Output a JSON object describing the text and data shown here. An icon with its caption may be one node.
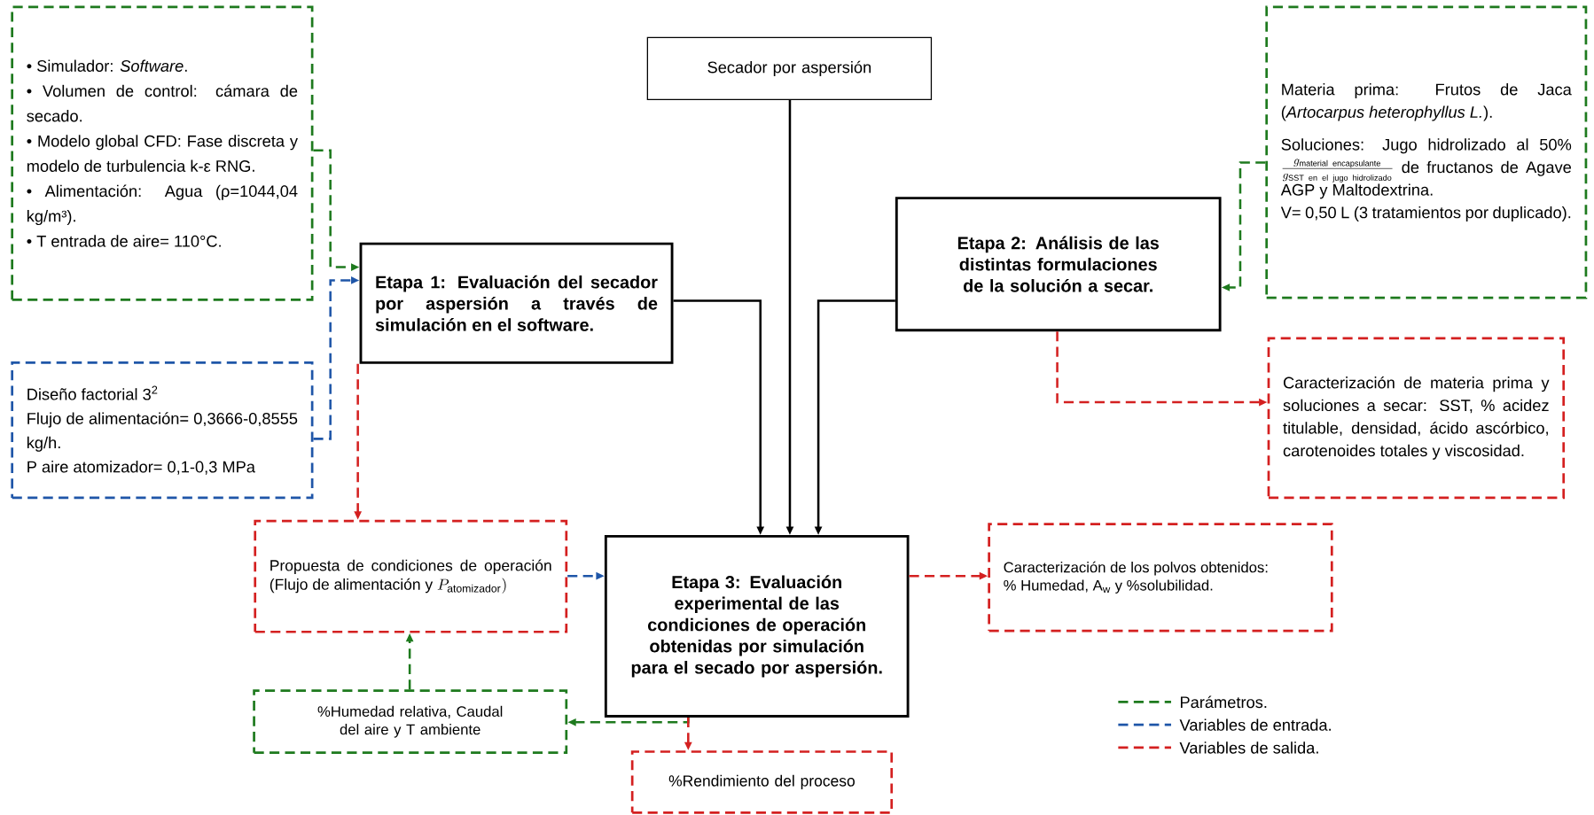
{
  "diagram": {
    "nodes": [
      {
        "text": [
          "• Simulador: *Software*.",
          "• Volumen de control: cámara de secado.",
          "• Modelo global CFD: Fase discreta y modelo de turbulencia k-ε RNG.",
          "• Alimentación: Agua (ρ=1044,04 kg/m³).",
          "• T entrada de aire= 110°C."
        ]
      },
      {
        "text": [
          "Secador por aspersión"
        ]
      },
      {
        "text": [
          "Materia prima: Frutos de Jaca (*Artocarpus heterophyllus L.*).",
          "Soluciones: Jugo hidrolizado al 50%",
          "\\frac{g_{\\mathrm{material\\ encapsulante}}}{g_{\\mathrm{SST\\ en\\ el\\ jugo\\ hidrolizado}}}",
          "de fructanos de Agave AGP y Maltodextrina.",
          "V= 0,50 L (3 tratamientos por duplicado)."
        ]
      },
      {
        "text": [
          "Etapa 1: Evaluación del secador por aspersión a través de simulación en el software."
        ]
      },
      {
        "text": [
          "Etapa 2: Análisis de las distintas formulaciones de la solución a secar."
        ]
      },
      {
        "text": [
          "Diseño factorial 3$^{2}$",
          "Flujo de alimentación= 0,3666-0,8555 kg/h.",
          "P aire atomizador= 0,1-0,3 MPa"
        ]
      },
      {
        "text": [
          "Caracterización de materia prima y soluciones a secar: SST, % acidez titulable, densidad, ácido ascórbico, carotenoides totales y viscosidad."
        ]
      },
      {
        "text": [
          "Propuesta de condiciones de operación (Flujo de alimentación y",
          "P_{\\mathrm{atomizador}})"
        ]
      },
      {
        "text": [
          "Etapa 3: Evaluación experimental de las condiciones de operación obtenidas por simulación para el secado por aspersión."
        ]
      },
      {
        "text": [
          "Caracterización de los polvos obtenidos:",
          "% Humedad, A$_{w}$ y %solubilidad."
        ]
      },
      {
        "text": [
          "%Humedad relativa, Caudal del aire y T ambiente"
        ]
      },
      {
        "text": [
          "%Rendimiento del proceso"
        ]
      }
    ],
    "edges": [
      {
        "from": 0,
        "to": 3,
        "arrow": "to",
        "style": "dashed",
        "color": "#1e7a1e"
      },
      {
        "from": 5,
        "to": 3,
        "arrow": "to",
        "style": "dashed",
        "color": "#1f56a8"
      },
      {
        "from": 3,
        "to": 7,
        "arrow": "to",
        "style": "dashed",
        "color": "#d42020"
      },
      {
        "from": 7,
        "to": 8,
        "arrow": "to",
        "style": "dashed",
        "color": "#1f56a8"
      },
      {
        "from": 10,
        "to": 7,
        "arrow": "to",
        "style": "dashed",
        "color": "#1e7a1e"
      },
      {
        "from": 8,
        "to": 10,
        "arrow": "to",
        "style": "dashed",
        "color": "#1e7a1e"
      },
      {
        "from": 8,
        "to": 11,
        "arrow": "to",
        "style": "dashed",
        "color": "#d42020"
      },
      {
        "from": 8,
        "to": 9,
        "arrow": "to",
        "style": "dashed",
        "color": "#d42020"
      },
      {
        "from": 3,
        "to": 8,
        "arrow": "to",
        "color": "#000000"
      },
      {
        "from": 1,
        "to": 8,
        "arrow": "to",
        "color": "#000000"
      },
      {
        "from": 4,
        "to": 8,
        "arrow": "to",
        "color": "#000000"
      },
      {
        "from": 4,
        "to": 6,
        "arrow": "to",
        "style": "dashed",
        "color": "#d42020"
      },
      {
        "from": 2,
        "to": 4,
        "arrow": "to",
        "style": "dashed",
        "color": "#1e7a1e"
      }
    ],
    "legend": [
      {
        "text": "Parámetros."
      },
      {
        "text": "Variables de entrada."
      },
      {
        "text": "Variables de salida."
      }
    ]
  }
}
